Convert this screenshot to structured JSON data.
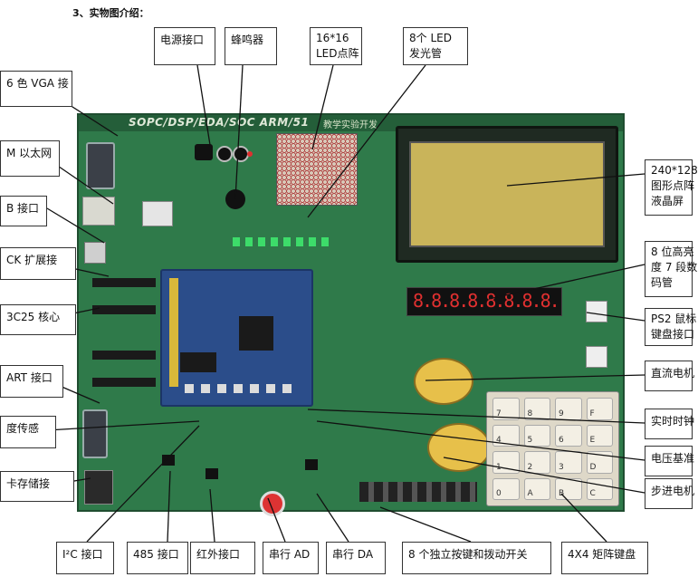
{
  "heading": "3、实物图介绍：",
  "board": {
    "silk_title": "SOPC/DSP/EDA/SOC ARM/51",
    "silk_subtitle": "教学实验开发"
  },
  "labels": {
    "power": "电源接口",
    "buzzer": "蜂鸣器",
    "led_matrix": "16*16\nLED点阵",
    "led8": "8个 LED\n发光管",
    "vga": "6 色 VGA 接",
    "ethernet": "M 以太网",
    "usb": "B 接口",
    "jtag": "CK 扩展接",
    "core": "3C25 核心",
    "uart": "ART 接口",
    "temp": "度传感",
    "sd": "卡存储接",
    "lcd": "240*128\n图形点阵\n液晶屏",
    "seg7": "8 位高亮\n度 7 段数\n码管",
    "ps2": "PS2 鼠标\n键盘接口",
    "dc_motor": "直流电机",
    "rtc": "实时时钟",
    "vref": "电压基准",
    "stepper": "步进电机",
    "i2c": "I²C 接口",
    "rs485": "485 接口",
    "ir": "红外接口",
    "serial_ad": "串行 AD",
    "serial_da": "串行 DA",
    "keys": "8 个独立按键和拨动开关",
    "keypad": "4X4 矩阵键盘"
  },
  "seg7_digits": "8.8.8.8.8.8.8.8.",
  "keypad_keys": [
    "7",
    "8",
    "9",
    "F",
    "4",
    "5",
    "6",
    "E",
    "1",
    "2",
    "3",
    "D",
    "0",
    "A",
    "B",
    "C"
  ],
  "colors": {
    "pcb": "#2f7a4a",
    "pcb_dark": "#1f4d30",
    "lcd_glass": "#c9b45a",
    "core_module": "#2b4d8a",
    "led": "#3ddc6a",
    "seg_red": "#e03030"
  }
}
